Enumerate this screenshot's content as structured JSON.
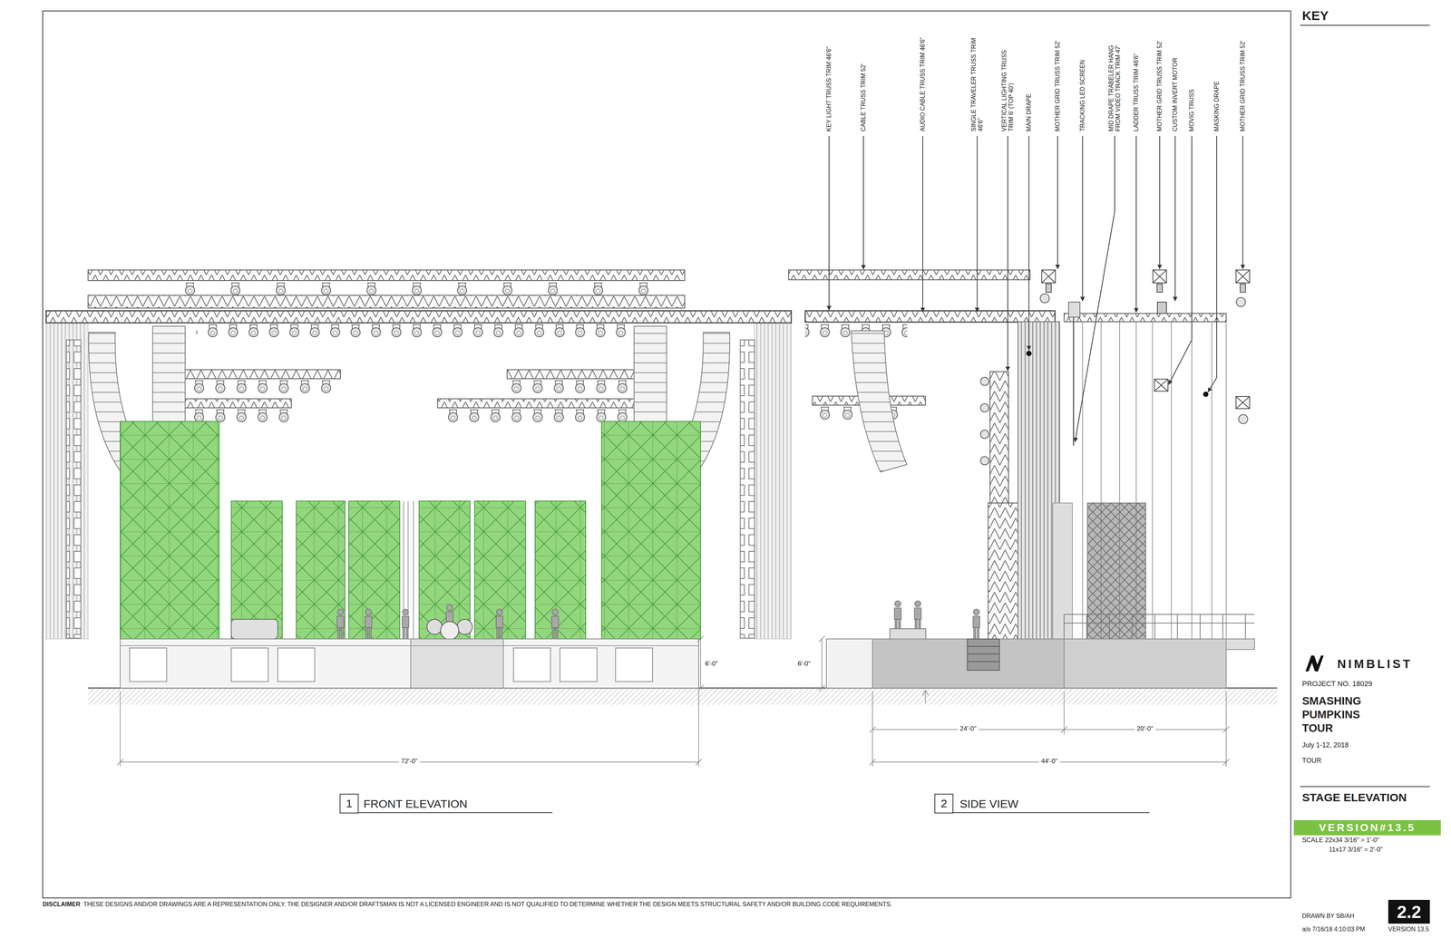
{
  "diagram": {
    "nodes": [
      {
        "text": [
          "1"
        ]
      },
      {
        "text": [
          "2"
        ]
      },
      {
        "text": [
          "VERSION#13.5"
        ]
      },
      {
        "text": [
          "2.2"
        ]
      }
    ],
    "labels": [
      "KEY LIGHT TRUSS TRIM 46'6\"",
      "CABLE TRUSS TRIM 52'",
      "AUDIO CABLE TRUSS TRIM 46'6\"",
      "SINGLE TRAVELER TRUSS TRIM 46'6\"",
      "VERTICAL LIGHTING TRUSS TRIM 6' (TOP 40')",
      "MAIN DRAPE",
      "MOTHER GRID TRUSS TRIM 52'",
      "TRACKING LED SCREEN",
      "MID DRAPE TRABELER HANG FROM VIDEO TRACK TRIM 47'",
      "LADDER TRUSS TRIM 46'6\"",
      "MOTHER GRID TRUSS TRIM 52'",
      "CUSTOM INVERT MOTOR",
      "MOVIG TRUSS",
      "MASKING DRAPE",
      "MOTHER GRID TRUSS TRIM 52'",
      "6'-0\"",
      "72'-0\"",
      "FRONT ELEVATION",
      "6'-0\"",
      "24'-0\"",
      "20'-0\"",
      "44'-0\"",
      "SIDE VIEW",
      "KEY",
      "NIMBLIST",
      "PROJECT NO. 18029",
      "SMASHING PUMPKINS TOUR",
      "July 1-12, 2018",
      "TOUR",
      "STAGE ELEVATION",
      "SCALE 22x34 3/16\" = 1'-0\"",
      "11x17 3/16\" = 2'-0\"",
      "DRAWN BY SB/AH",
      "DISCLAIMER",
      "THESE DESIGNS AND/OR DRAWINGS ARE A REPRESENTATION ONLY. THE DESIGNER AND/OR DRAFTSMAN IS NOT A LICENSED ENGINEER AND IS NOT QUALIFIED TO DETERMINE WHETHER THE DESIGN MEETS STRUCTURAL SAFETY AND/OR BUILDING CODE REQUIREMENTS.",
      "a/o 7/16/18 4:10:03 PM",
      "VERSION 13.5"
    ]
  }
}
